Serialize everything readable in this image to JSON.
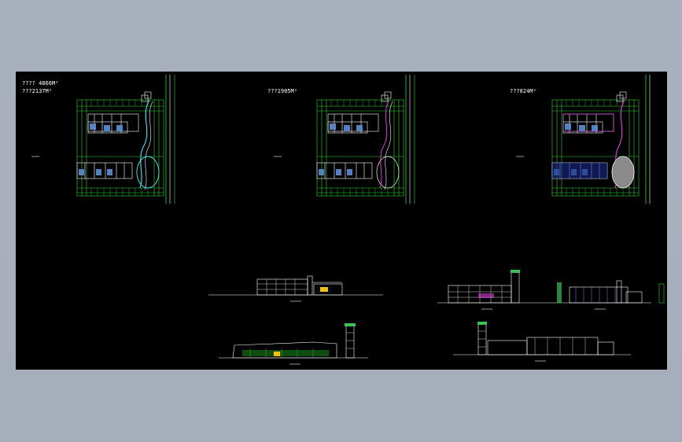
{
  "drawing": {
    "background": "#000000",
    "frame_color": "#a8b0bd",
    "plan_1": {
      "area_line_1": "???? 4866M²",
      "area_line_2": "???2137M²"
    },
    "plan_2": {
      "area_line_1": "???1905M²"
    },
    "plan_3": {
      "area_line_1": "???824M²"
    },
    "colors": {
      "grid_green": "#2fd92f",
      "wall_white": "#ffffff",
      "fill_blue": "#5a8fd6",
      "path_cyan": "#2ee0e0",
      "path_magenta": "#d63fd6",
      "tower_green": "#3fbf5a",
      "accent_yellow": "#f2c200"
    }
  }
}
